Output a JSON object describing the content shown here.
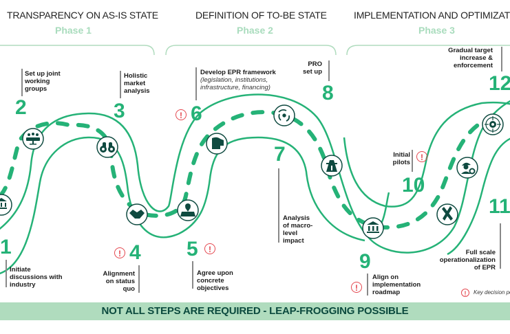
{
  "phases": [
    {
      "title": "TRANSPARENCY ON AS-IS STATE",
      "subtitle": "Phase 1"
    },
    {
      "title": "DEFINITION OF TO-BE STATE",
      "subtitle": "Phase 2"
    },
    {
      "title": "IMPLEMENTATION AND OPTIMIZATION",
      "subtitle": "Phase 3"
    }
  ],
  "steps": [
    {
      "number": "1",
      "label": "Initiate discussions with industry",
      "icon": "institution-icon",
      "key_decision": false
    },
    {
      "number": "2",
      "label": "Set up joint working groups",
      "icon": "meeting-table-icon",
      "key_decision": false
    },
    {
      "number": "3",
      "label": "Holistic market analysis",
      "icon": "binoculars-icon",
      "key_decision": false
    },
    {
      "number": "4",
      "label": "Alignment on status quo",
      "icon": "handshake-icon",
      "key_decision": true
    },
    {
      "number": "5",
      "label": "Agree upon concrete objectives",
      "icon": "map-pin-icon",
      "key_decision": true
    },
    {
      "number": "6",
      "label": "Develop EPR framework",
      "sublabel": "(legislation, institutions, infrastructure, financing)",
      "icon": "vision-head-icon",
      "key_decision": true
    },
    {
      "number": "7",
      "label": "Analysis of macro-level impact",
      "icon": "circular-arrows-icon",
      "key_decision": false
    },
    {
      "number": "8",
      "label": "PRO set up",
      "icon": "highway-icon",
      "key_decision": false
    },
    {
      "number": "9",
      "label": "Align on implementation roadmap",
      "icon": "institution-icon",
      "key_decision": true
    },
    {
      "number": "10",
      "label": "Initial pilots",
      "icon": "tools-icon",
      "key_decision": true
    },
    {
      "number": "11",
      "label": "Full scale operationalization of EPR",
      "icon": "worker-gear-icon",
      "key_decision": false
    },
    {
      "number": "12",
      "label": "Gradual target increase & enforcement",
      "icon": "target-gear-icon",
      "key_decision": false
    }
  ],
  "alert_glyph": "!",
  "legend": {
    "icon": "key-decision-icon",
    "label": "Key decision point"
  },
  "banner": "NOT ALL STEPS ARE REQUIRED - LEAP-FROGGING POSSIBLE",
  "colors": {
    "road": "#25b277",
    "phase_bracket": "#b0dcbe",
    "icon_dark": "#0f4a40",
    "alert": "#e4474f",
    "banner_bg": "#b0dcbe",
    "banner_text": "#0b4a3e"
  }
}
